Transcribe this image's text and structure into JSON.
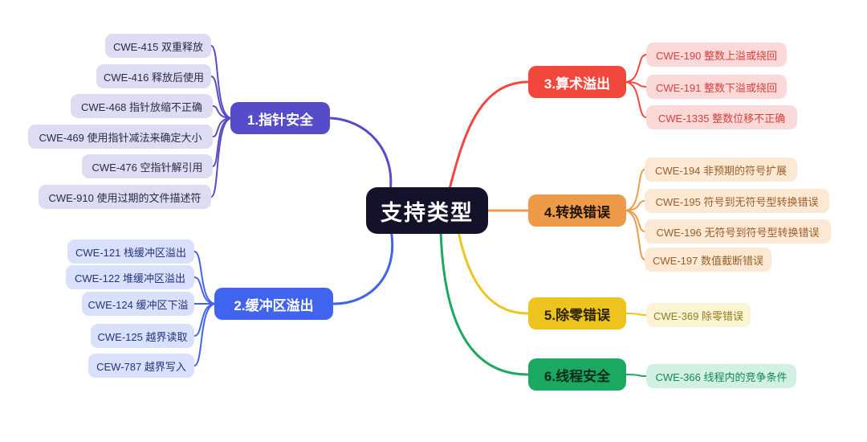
{
  "canvas": {
    "background": "#FFFFFF"
  },
  "center": {
    "label": "支持类型",
    "bg": "#14112B",
    "text_color": "#FFFFFF"
  },
  "branches": [
    {
      "label": "1.指针安全",
      "color": "#564CC9",
      "node_text": "#FFFFFF",
      "leaf_bg": "#DDDCF2",
      "leaf_text": "#2B2A4E",
      "leaves": [
        "CWE-415 双重释放",
        "CWE-416 释放后使用",
        "CWE-468 指针放缩不正确",
        "CWE-469 使用指针减法来确定大小",
        "CWE-476 空指针解引用",
        "CWE-910 使用过期的文件描述符"
      ]
    },
    {
      "label": "2.缓冲区溢出",
      "color": "#4164EE",
      "node_text": "#FFFFFF",
      "leaf_bg": "#D9E0FB",
      "leaf_text": "#24347E",
      "leaves": [
        "CWE-121 栈缓冲区溢出",
        "CWE-122 堆缓冲区溢出",
        "CWE-124 缓冲区下溢",
        "CWE-125 越界读取",
        "CEW-787 越界写入"
      ]
    },
    {
      "label": "3.算术溢出",
      "color": "#F2473C",
      "node_text": "#FFFFFF",
      "leaf_bg": "#FBD9D8",
      "leaf_text": "#D8403C",
      "leaves": [
        "CWE-190 整数上溢或绕回",
        "CWE-191 整数下溢或绕回",
        "CWE-1335 整数位移不正确"
      ]
    },
    {
      "label": "4.转换错误",
      "color": "#EE9A49",
      "node_text": "#201408",
      "leaf_bg": "#FCE8D3",
      "leaf_text": "#9C5F28",
      "leaves": [
        "CWE-194 非预期的符号扩展",
        "CWE-195 符号到无符号型转换错误",
        "CWE-196 无符号到符号型转换错误",
        "CWE-197 数值截断错误"
      ]
    },
    {
      "label": "5.除零错误",
      "color": "#EDC31D",
      "node_text": "#2A2305",
      "leaf_bg": "#FCF4D4",
      "leaf_text": "#8F7D1C",
      "leaves": [
        "CWE-369 除零错误"
      ]
    },
    {
      "label": "6.线程安全",
      "color": "#1BA962",
      "node_text": "#0B2B1A",
      "leaf_bg": "#D3F1E3",
      "leaf_text": "#11865B",
      "leaves": [
        "CWE-366 线程内的竞争条件"
      ]
    }
  ]
}
